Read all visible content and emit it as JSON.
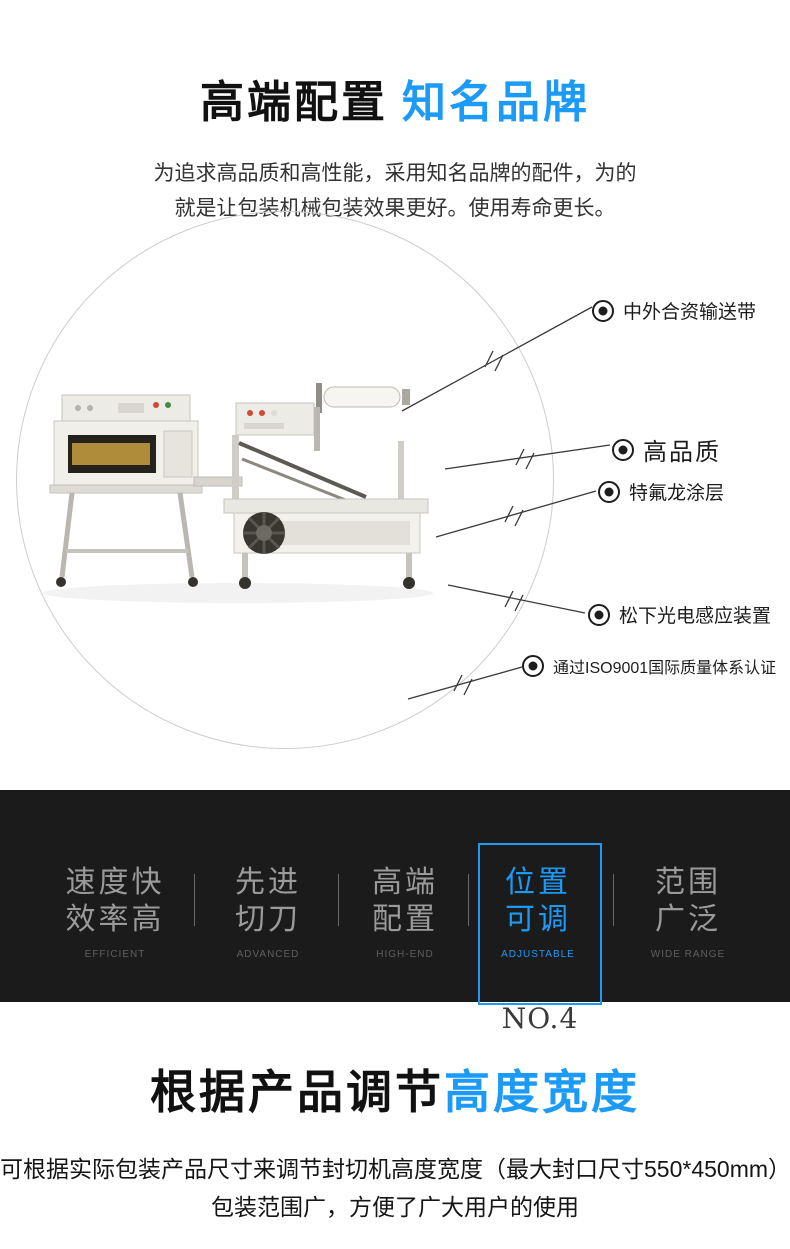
{
  "theme": {
    "accent": "#1b9af7",
    "dark_band_bg": "#1b1b1b",
    "title_color": "#111111",
    "muted_text": "#9a9a9a"
  },
  "intro": {
    "title_main": "高端配置",
    "title_accent": "知名品牌",
    "desc_line1": "为追求高品质和高性能，采用知名品牌的配件，为的",
    "desc_line2": "就是让包装机械包装效果更好。使用寿命更长。"
  },
  "callouts": [
    {
      "label": "中外合资输送带"
    },
    {
      "label": "高品质"
    },
    {
      "label": "特氟龙涂层"
    },
    {
      "label": "松下光电感应装置"
    },
    {
      "label": "通过ISO9001国际质量体系认证"
    }
  ],
  "features": {
    "items": [
      {
        "line1": "速度快",
        "line2": "效率高",
        "en": "EFFICIENT"
      },
      {
        "line1": "先进",
        "line2": "切刀",
        "en": "ADVANCED"
      },
      {
        "line1": "高端",
        "line2": "配置",
        "en": "HIGH-END"
      },
      {
        "line1": "位置",
        "line2": "可调",
        "en": "ADJUSTABLE"
      },
      {
        "line1": "范围",
        "line2": "广泛",
        "en": "WIDE RANGE"
      }
    ],
    "badge": "NO.4"
  },
  "adjust": {
    "title_main": "根据产品调节",
    "title_accent": "高度宽度",
    "desc_line1": "可根据实际包装产品尺寸来调节封切机高度宽度（最大封口尺寸550*450mm）",
    "desc_line2": "包装范围广，方便了广大用户的使用"
  }
}
